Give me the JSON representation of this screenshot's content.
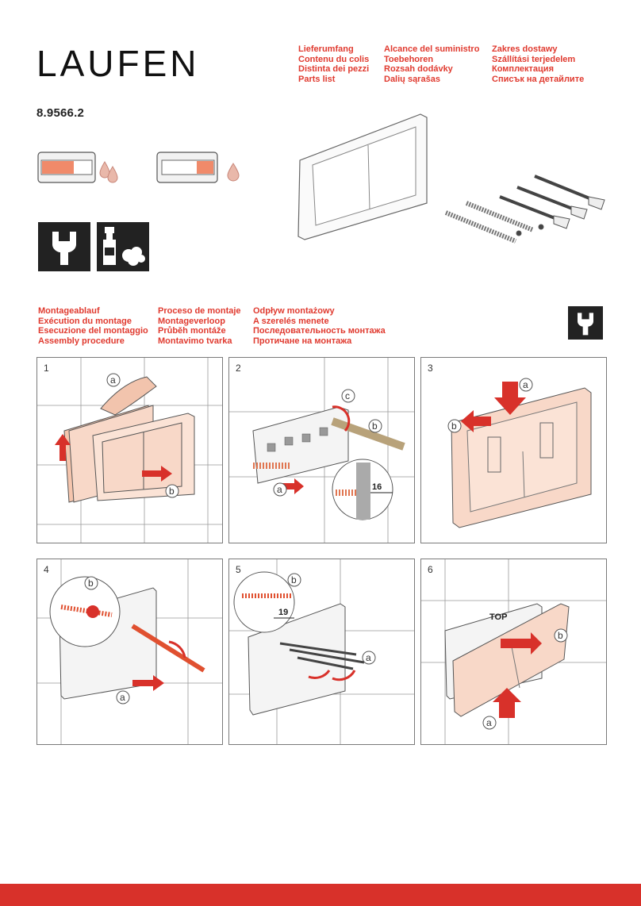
{
  "brand": {
    "name": "LAUFEN"
  },
  "product_code": "8.9566.2",
  "parts_list_headings": [
    "Lieferumfang",
    "Alcance del suministro",
    "Zakres dostawy",
    "Contenu du colis",
    "Toebehoren",
    "Szállítási terjedelem",
    "Distinta dei pezzi",
    "Rozsah dodávky",
    "Комплектация",
    "Parts list",
    "Dalių sąrašas",
    "Списък на детайлите"
  ],
  "assembly_headings": [
    "Montageablauf",
    "Proceso de montaje",
    "Odpływ montażowy",
    "Exécution du montage",
    "Montageverloop",
    "A szerelés menete",
    "Esecuzione del montaggio",
    "Průběh montáže",
    "Последовательность монтажа",
    "Assembly procedure",
    "Montavimo tvarka",
    "Протичане на монтажа"
  ],
  "steps": [
    {
      "number": "1",
      "callouts": [
        "a",
        "b"
      ]
    },
    {
      "number": "2",
      "callouts": [
        "a",
        "b",
        "c"
      ],
      "dimension": "16"
    },
    {
      "number": "3",
      "callouts": [
        "a",
        "b"
      ]
    },
    {
      "number": "4",
      "callouts": [
        "a",
        "b"
      ]
    },
    {
      "number": "5",
      "callouts": [
        "a",
        "b"
      ],
      "dimension": "19"
    },
    {
      "number": "6",
      "callouts": [
        "a",
        "b"
      ],
      "plate_marking": "TOP"
    }
  ],
  "icons": [
    "full-flush-icon",
    "partial-flush-icon",
    "wrench-icon",
    "cleaning-agent-icon"
  ],
  "colors": {
    "accent": "#e03a2f",
    "arrow": "#d8312a",
    "plate_tint": "#f8d8c8",
    "icon_bg": "#222222"
  }
}
